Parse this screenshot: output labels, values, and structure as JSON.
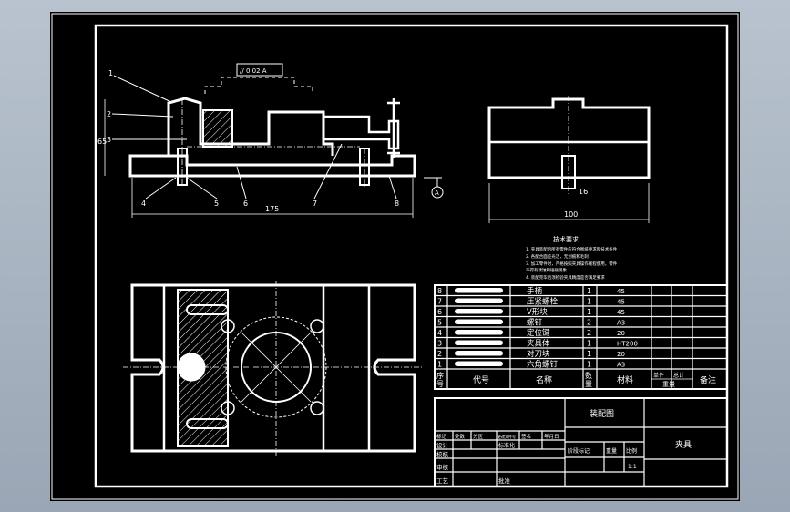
{
  "colors": {
    "background": "#000000",
    "lines": "#ffffff",
    "viewport": "#a9b4c2"
  },
  "drawing": {
    "front_view": {
      "balloons": [
        "1",
        "2",
        "3",
        "4",
        "5",
        "6",
        "7",
        "8"
      ],
      "dim_overall": "175",
      "dim_height": "65",
      "tolerance_box": "// 0.02 A",
      "datum": "A"
    },
    "side_view": {
      "dim_width": "100",
      "dim_small": "16"
    },
    "tech_requirements": {
      "title": "技术要求",
      "lines": [
        "1. 夹具装配后所有零件应符合图纸要求和技术条件",
        "2. 各配合面应光洁，无划痕和毛刺",
        "3. 加工零件时，严格按照夹具操作规程使用，零件",
        "   不得有锈蚀和磕碰现象",
        "4. 装配完毕后须检验夹具精度是否满足要求"
      ]
    }
  },
  "bom": {
    "rows": [
      {
        "no": "8",
        "code": "",
        "name": "手柄",
        "qty": "1",
        "material": "45"
      },
      {
        "no": "7",
        "code": "",
        "name": "压紧螺栓",
        "qty": "1",
        "material": "45"
      },
      {
        "no": "6",
        "code": "",
        "name": "V形块",
        "qty": "1",
        "material": "45"
      },
      {
        "no": "5",
        "code": "",
        "name": "螺钉",
        "qty": "2",
        "material": "A3"
      },
      {
        "no": "4",
        "code": "",
        "name": "定位键",
        "qty": "2",
        "material": "20"
      },
      {
        "no": "3",
        "code": "",
        "name": "夹具体",
        "qty": "1",
        "material": "HT200"
      },
      {
        "no": "2",
        "code": "",
        "name": "对刀块",
        "qty": "1",
        "material": "20"
      },
      {
        "no": "1",
        "code": "",
        "name": "六角螺钉",
        "qty": "1",
        "material": "A3"
      }
    ],
    "header": {
      "no": "序号",
      "code": "代号",
      "name": "名称",
      "qty": "数量",
      "material": "材料",
      "unit_weight": "单件",
      "total_weight": "总计",
      "weight": "重量",
      "remark": "备注"
    }
  },
  "title_block": {
    "drawing_name": "装配图",
    "part_name": "夹具",
    "rev_cells": [
      "标记",
      "处数",
      "分区",
      "更改文件号",
      "签名",
      "年月日"
    ],
    "left_labels": [
      "设计",
      "校核",
      "审核",
      "工艺"
    ],
    "standardize": "标准化",
    "approve": "批准",
    "stage_label": "阶段标记",
    "weight_label": "重量",
    "scale_label": "比例",
    "scale": "1:1"
  }
}
